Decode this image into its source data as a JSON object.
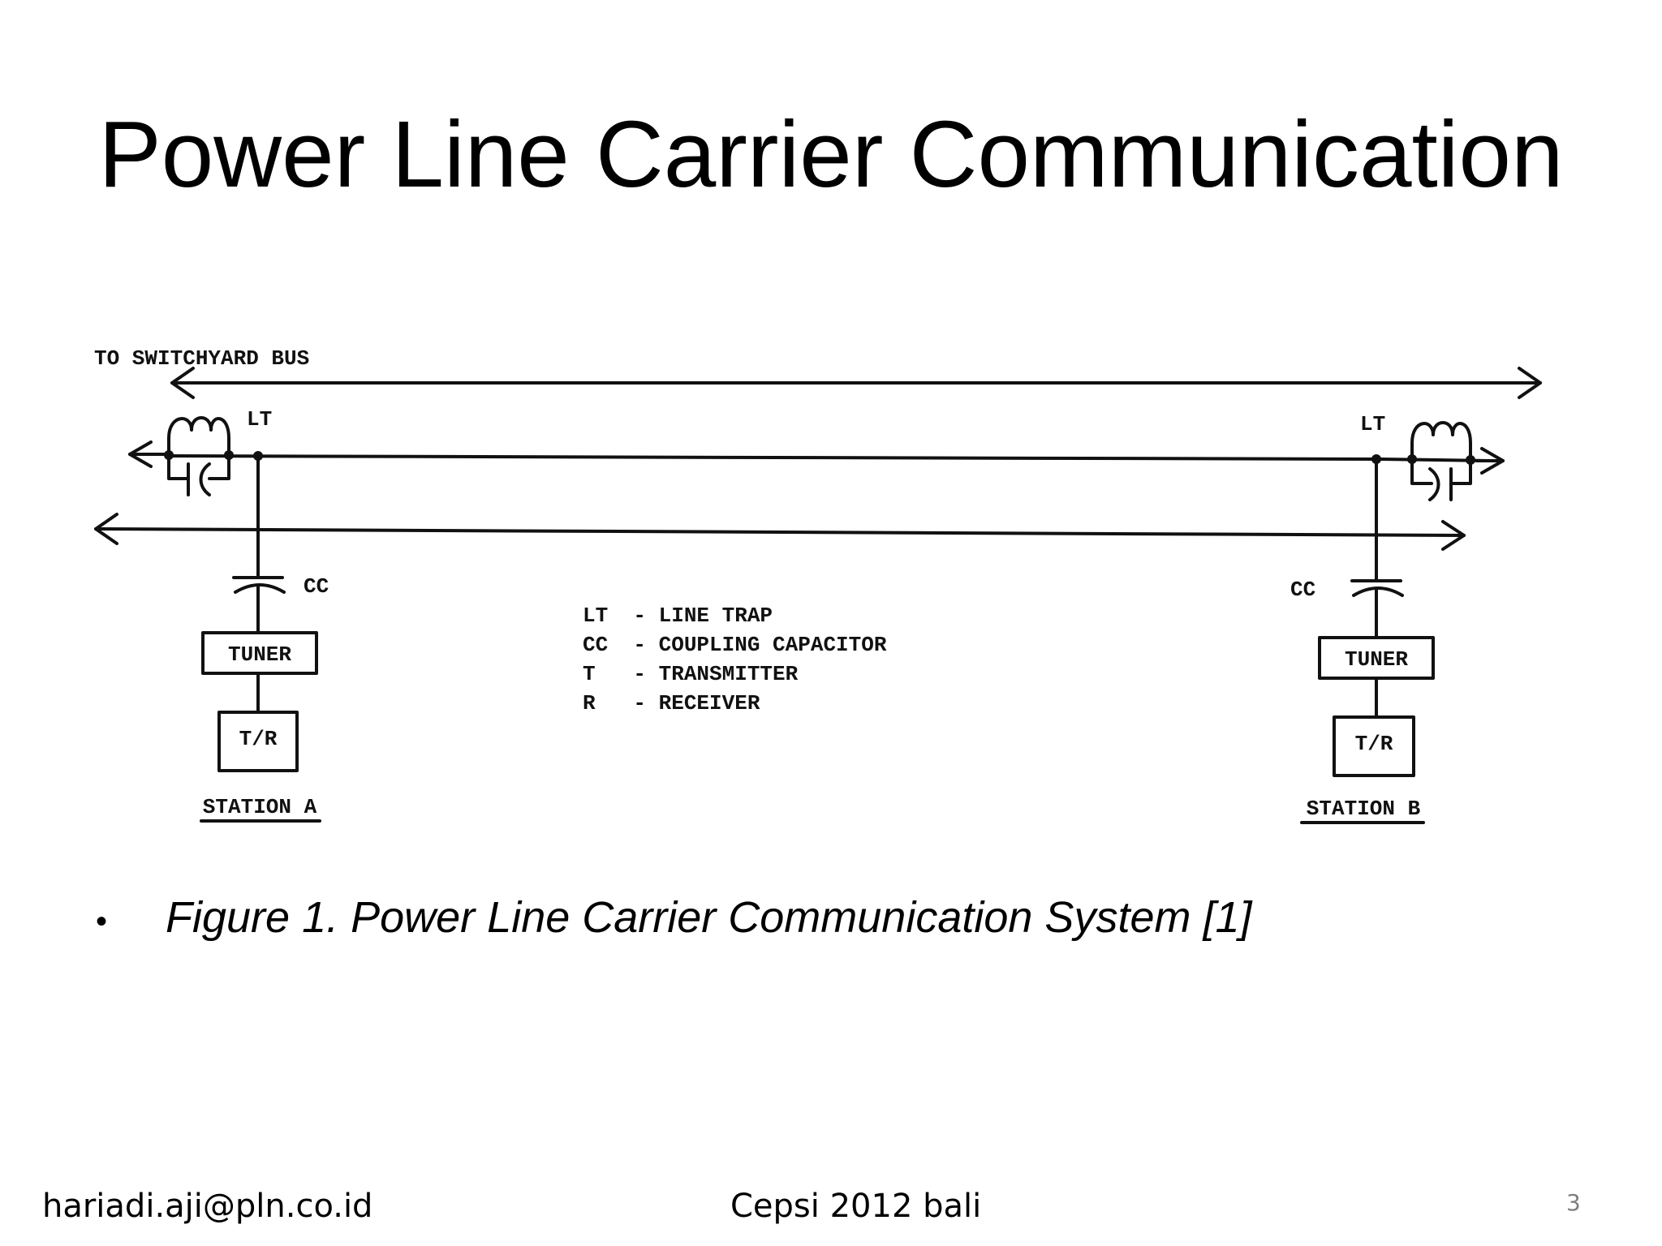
{
  "slide": {
    "title": "Power Line Carrier Communication",
    "bullet": "Figure 1. Power Line Carrier Communication System [1]",
    "footer_left": "hariadi.aji@pln.co.id",
    "footer_center": "Cepsi 2012 bali",
    "page_number": "3"
  },
  "diagram": {
    "bus_label": "TO SWITCHYARD BUS",
    "station_a": {
      "lt_label": "LT",
      "cc_label": "CC",
      "tuner_label": "TUNER",
      "tr_label": "T/R",
      "station_label": "STATION A"
    },
    "station_b": {
      "lt_label": "LT",
      "cc_label": "CC",
      "tuner_label": "TUNER",
      "tr_label": "T/R",
      "station_label": "STATION B"
    },
    "legend": [
      "LT  - LINE TRAP",
      "CC  - COUPLING CAPACITOR",
      "T   - TRANSMITTER",
      "R   - RECEIVER"
    ]
  }
}
